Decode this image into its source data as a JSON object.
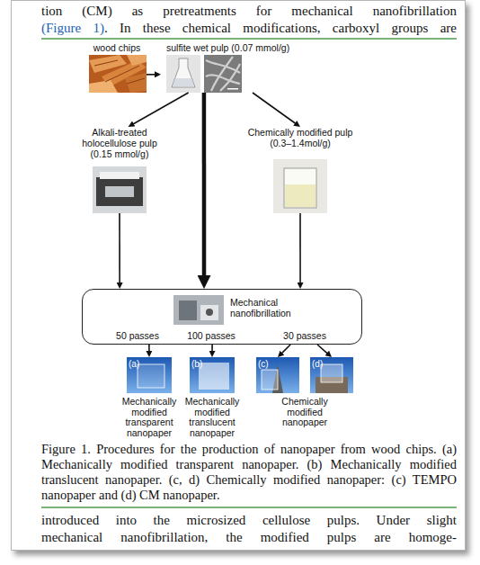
{
  "diagram": {
    "caption": "Figure 1. Procedures for the production of nanopaper from wood chips. (a) Mechanically modified transparent nanopaper. (b) Mechanically modified translucent nanopaper. (c, d) Chemically modified nanopaper: (c) TEMPO nanopaper and (d) CM nanopaper.",
    "nodes": [
      {
        "text": [
          "wood chips"
        ]
      },
      {
        "text": [
          "sulfite wet pulp (0.07 mmol/g)"
        ]
      },
      {
        "text": [
          "Alkali-treated holocellulose pulp (0.15 mmol/g)"
        ]
      },
      {
        "text": [
          "Chemically modified pulp (0.3–1.4mol/g)"
        ]
      },
      {
        "text": [
          "Mechanical nanofibrillation"
        ]
      },
      {
        "text": [
          "(a)",
          "Mechanically modified transparent nanopaper"
        ]
      },
      {
        "text": [
          "(b)",
          "Mechanically modified translucent nanopaper"
        ]
      },
      {
        "text": [
          "(c)"
        ]
      },
      {
        "text": [
          "(d)"
        ]
      }
    ],
    "edges": [
      {
        "from": 0,
        "to": 1,
        "arrow": "to"
      },
      {
        "from": 1,
        "to": 2,
        "arrow": "to"
      },
      {
        "from": 1,
        "to": 4,
        "arrow": "to"
      },
      {
        "from": 1,
        "to": 3,
        "arrow": "to"
      },
      {
        "from": 2,
        "to": 4,
        "arrow": "to"
      },
      {
        "from": 3,
        "to": 4,
        "arrow": "to"
      },
      {
        "from": 4,
        "to": 5,
        "label": "50 passes",
        "arrow": "to"
      },
      {
        "from": 4,
        "to": 6,
        "label": "100 passes",
        "arrow": "to"
      },
      {
        "from": 4,
        "to": 7,
        "label": "30 passes",
        "arrow": "to"
      },
      {
        "from": 4,
        "to": 8,
        "arrow": "to"
      }
    ],
    "labels": [
      "tion (CM) as pretreatments for mechanical nanofibrillation",
      "(Figure 1)",
      ". In these chemical modifications, carboxyl groups are",
      "Chemically modified nanopaper",
      "introduced into the microsized cellulose pulps. Under slight",
      "mechanical nanofibrillation, the modified pulps are homoge-"
    ]
  }
}
